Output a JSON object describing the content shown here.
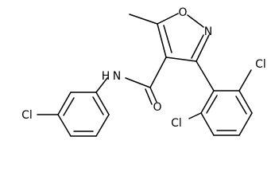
{
  "molecule": {
    "atoms": {
      "ring_o": "O",
      "ring_n": "N",
      "amide_n": "N",
      "amide_h": "H",
      "carbonyl_o": "O",
      "cl_top_right": "Cl",
      "cl_lower": "Cl",
      "cl_left": "Cl"
    },
    "line_color": "#000000"
  }
}
